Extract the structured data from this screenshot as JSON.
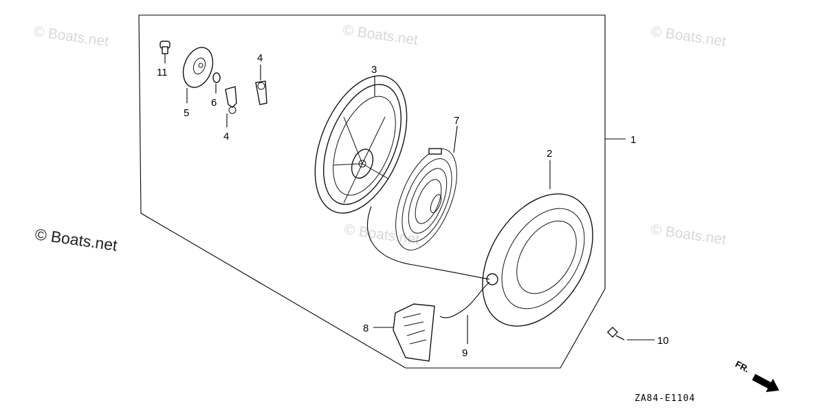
{
  "diagram": {
    "callouts": {
      "c1": "1",
      "c2": "2",
      "c3": "3",
      "c4a": "4",
      "c4b": "4",
      "c5": "5",
      "c6": "6",
      "c7": "7",
      "c8": "8",
      "c9": "9",
      "c10": "10",
      "c11": "11"
    },
    "drawing_code": "ZA84-E1104",
    "direction_label": "FR."
  },
  "watermarks": {
    "top_left": "© Boats.net",
    "top_center": "© Boats.net",
    "top_right": "© Boats.net",
    "mid_left": "© Boats.net",
    "mid_center": "© Boats.net",
    "mid_right": "© Boats.net"
  },
  "colors": {
    "ink": "#000000",
    "watermark": "#d8d8d8",
    "background": "#ffffff"
  }
}
